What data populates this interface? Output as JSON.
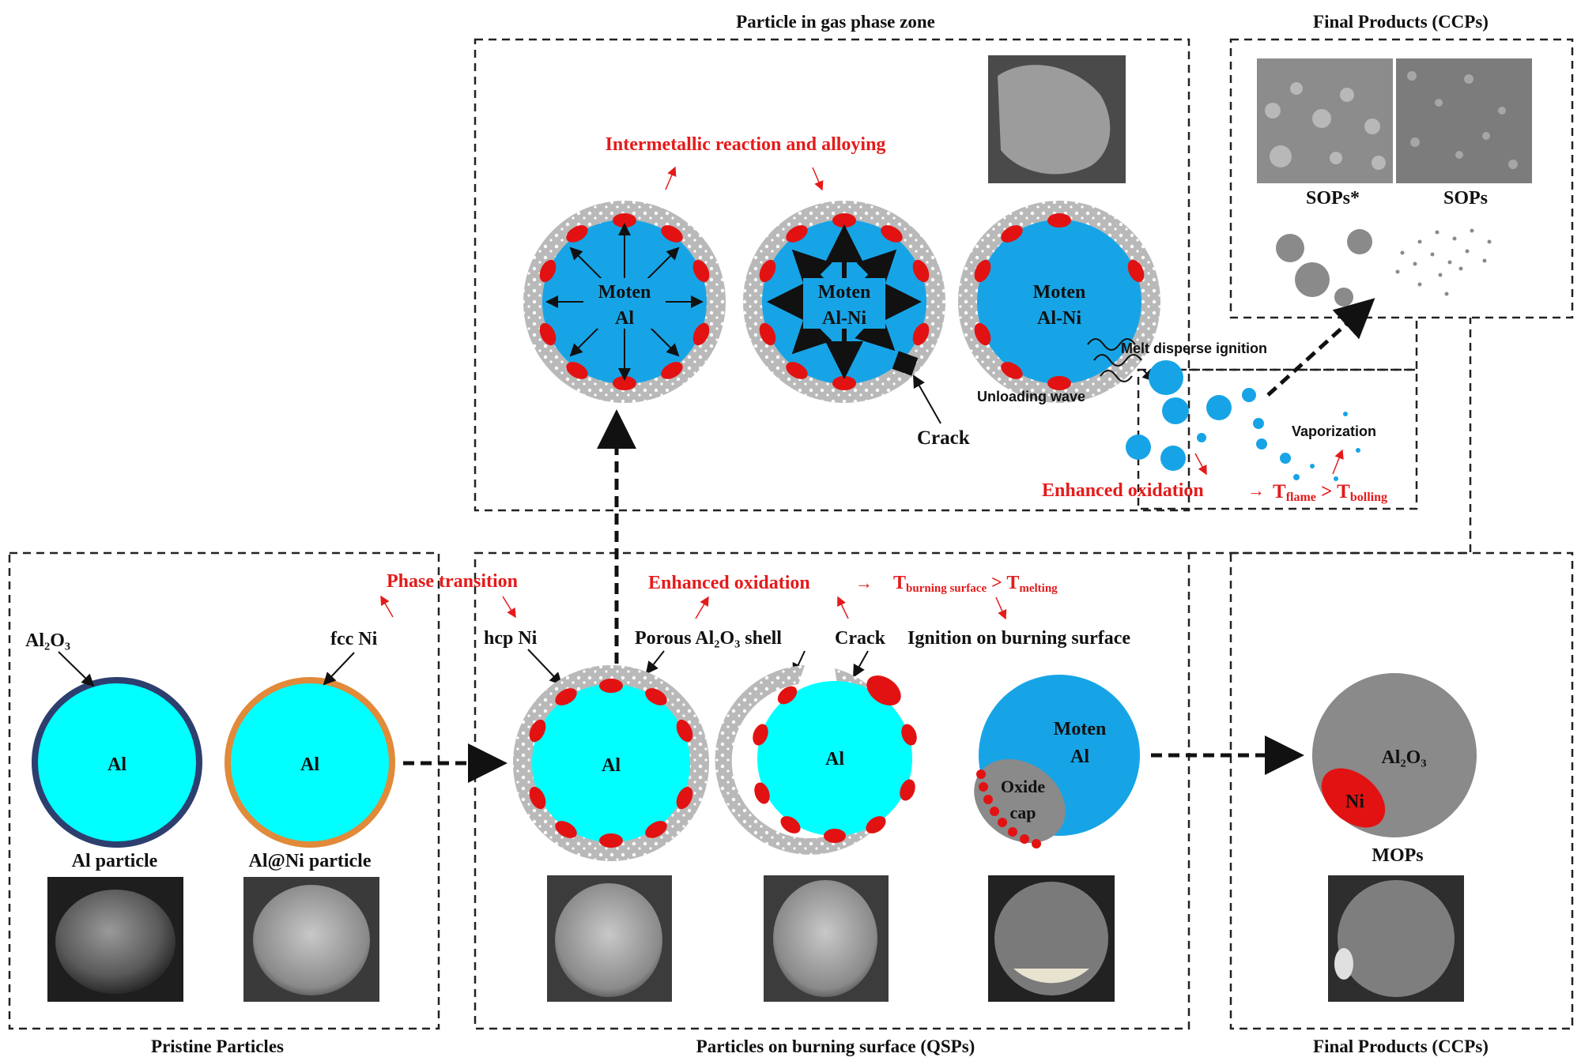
{
  "sections": {
    "gas_phase_title": "Particle in gas phase zone",
    "final_top_title": "Final Products (CCPs)",
    "pristine_title": "Pristine Particles",
    "burning_title": "Particles on burning surface (QSPs)",
    "final_bottom_title": "Final Products (CCPs)"
  },
  "pristine": {
    "al2o3_label": "Al₂O₃",
    "fcc_ni_label": "fcc Ni",
    "particle1_core": "Al",
    "particle2_core": "Al",
    "particle1_caption": "Al particle",
    "particle2_caption": "Al@Ni particle"
  },
  "burning": {
    "phase_transition": "Phase transition",
    "hcp_ni": "hcp Ni",
    "porous_shell": "Porous Al₂O₃ shell",
    "crack": "Crack",
    "ignition": "Ignition on burning surface",
    "enhanced_oxidation": "Enhanced oxidation",
    "temp_main_1": "T",
    "temp_sub_1": "burning surface",
    "temp_gt": " > T",
    "temp_sub_2": "melting",
    "particle1_core": "Al",
    "particle2_core": "Al",
    "particle3_line1": "Moten",
    "particle3_line2": "Al",
    "oxide_cap_line1": "Oxide",
    "oxide_cap_line2": "cap"
  },
  "gas": {
    "intermetallic": "Intermetallic reaction and alloying",
    "particle1_line1": "Moten",
    "particle1_line2": "Al",
    "particle2_line1": "Moten",
    "particle2_line2": "Al-Ni",
    "particle3_line1": "Moten",
    "particle3_line2": "Al-Ni",
    "crack": "Crack",
    "unloading_wave": "Unloading wave",
    "melt_disperse": "Melt disperse ignition",
    "vaporization": "Vaporization",
    "enhanced_oxidation": "Enhanced oxidation",
    "arrow": "→",
    "t_flame_main": "T",
    "t_flame_sub": "flame",
    "t_gt": " > T",
    "t_boil_sub": "bolling"
  },
  "final": {
    "sops_star": "SOPs*",
    "sops": "SOPs",
    "mops": "MOPs",
    "al2o3": "Al₂O₃",
    "ni": "Ni"
  },
  "colors": {
    "al_core": "#00ffff",
    "molten": "#17a4e6",
    "shell": "#b9b9b9",
    "ni_spots": "#e21212",
    "red_text": "#e41b1b",
    "oxide_gray": "#8a8a8a"
  }
}
